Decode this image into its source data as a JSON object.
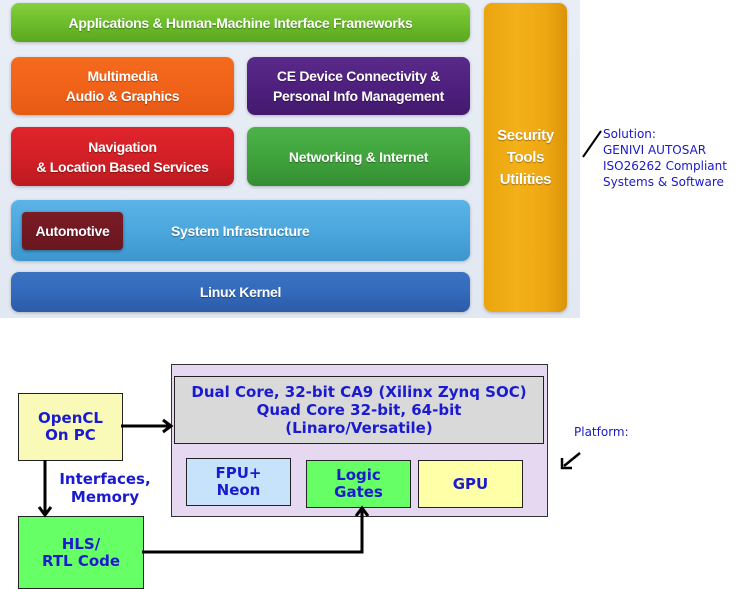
{
  "stack": {
    "applications": "Applications & Human-Machine Interface Frameworks",
    "multimedia": "Multimedia\nAudio & Graphics",
    "ce_device": "CE Device Connectivity  &\nPersonal Info Management",
    "navigation": "Navigation\n& Location Based Services",
    "networking": "Networking & Internet",
    "system_infrastructure": "System Infrastructure",
    "automotive": "Automotive",
    "linux_kernel": "Linux Kernel",
    "security": "Security\nTools\nUtilities"
  },
  "notes": {
    "solution": "Solution:\nGENIVI AUTOSAR\nISO26262 Compliant\nSystems & Software",
    "platform": "Platform:"
  },
  "flow": {
    "opencl": "OpenCL\nOn PC",
    "interfaces": "Interfaces,\nMemory",
    "hls": "HLS/\nRTL Code",
    "cpu": "Dual Core, 32-bit CA9 (Xilinx Zynq SOC)\nQuad Core 32-bit, 64-bit\n(Linaro/Versatile)",
    "fpu": "FPU+\nNeon",
    "logic": "Logic\nGates",
    "gpu": "GPU"
  },
  "colors": {
    "note_text": "#1a1ac8",
    "box_text": "#1a1ad0"
  }
}
